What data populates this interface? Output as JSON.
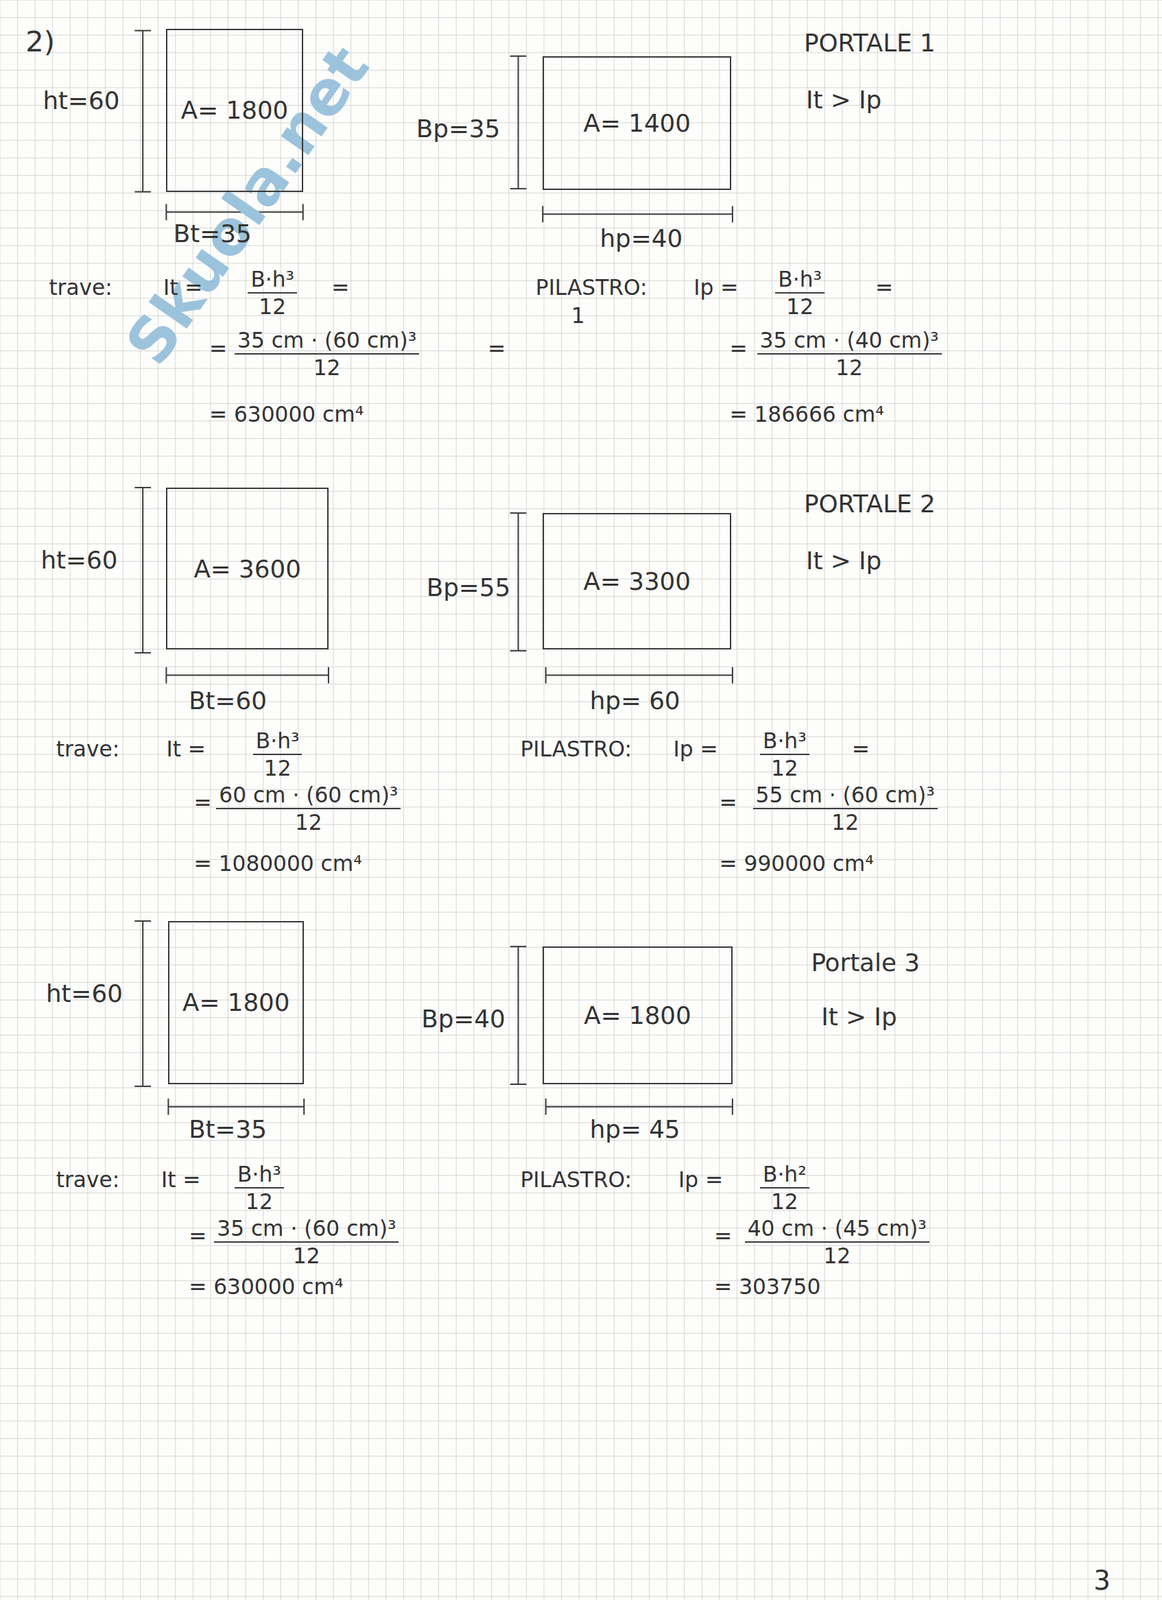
{
  "diagram": {
    "nodes": [
      {
        "text": [
          "A= 1800"
        ]
      },
      {
        "text": [
          "A= 1400"
        ]
      },
      {
        "text": [
          "A= 3600"
        ]
      },
      {
        "text": [
          "A= 3300"
        ]
      },
      {
        "text": [
          "A= 1800"
        ]
      },
      {
        "text": [
          "A= 1800"
        ]
      }
    ],
    "labels": [
      "2)",
      "ht=60",
      "Bt=35",
      "Bp=35",
      "hp=40",
      "PORTALE 1",
      "It > Ip",
      "trave:",
      "It =",
      "B·h³",
      "12",
      "=",
      "=",
      "35 cm · (60 cm)³",
      "12",
      "=",
      "= 630000 cm⁴",
      "PILASTRO:",
      "1",
      "Ip =",
      "B·h³",
      "12",
      "=",
      "=",
      "35 cm · (40 cm)³",
      "12",
      "= 186666 cm⁴",
      "ht=60",
      "Bt=60",
      "Bp=55",
      "hp= 60",
      "PORTALE 2",
      "It > Ip",
      "trave:",
      "It =",
      "B·h³",
      "12",
      "=",
      "60 cm · (60 cm)³",
      "12",
      "= 1080000 cm⁴",
      "PILASTRO:",
      "Ip =",
      "B·h³",
      "12",
      "=",
      "=",
      "55 cm · (60 cm)³",
      "12",
      "= 990000 cm⁴",
      "ht=60",
      "Bt=35",
      "Bp=40",
      "hp= 45",
      "Portale 3",
      "It > Ip",
      "trave:",
      "It =",
      "B·h³",
      "12",
      "=",
      "35 cm · (60 cm)³",
      "12",
      "= 630000 cm⁴",
      "PILASTRO:",
      "Ip =",
      "B·h²",
      "12",
      "=",
      "40 cm · (45 cm)³",
      "12",
      "= 303750",
      "3",
      "Skuola.net"
    ]
  }
}
